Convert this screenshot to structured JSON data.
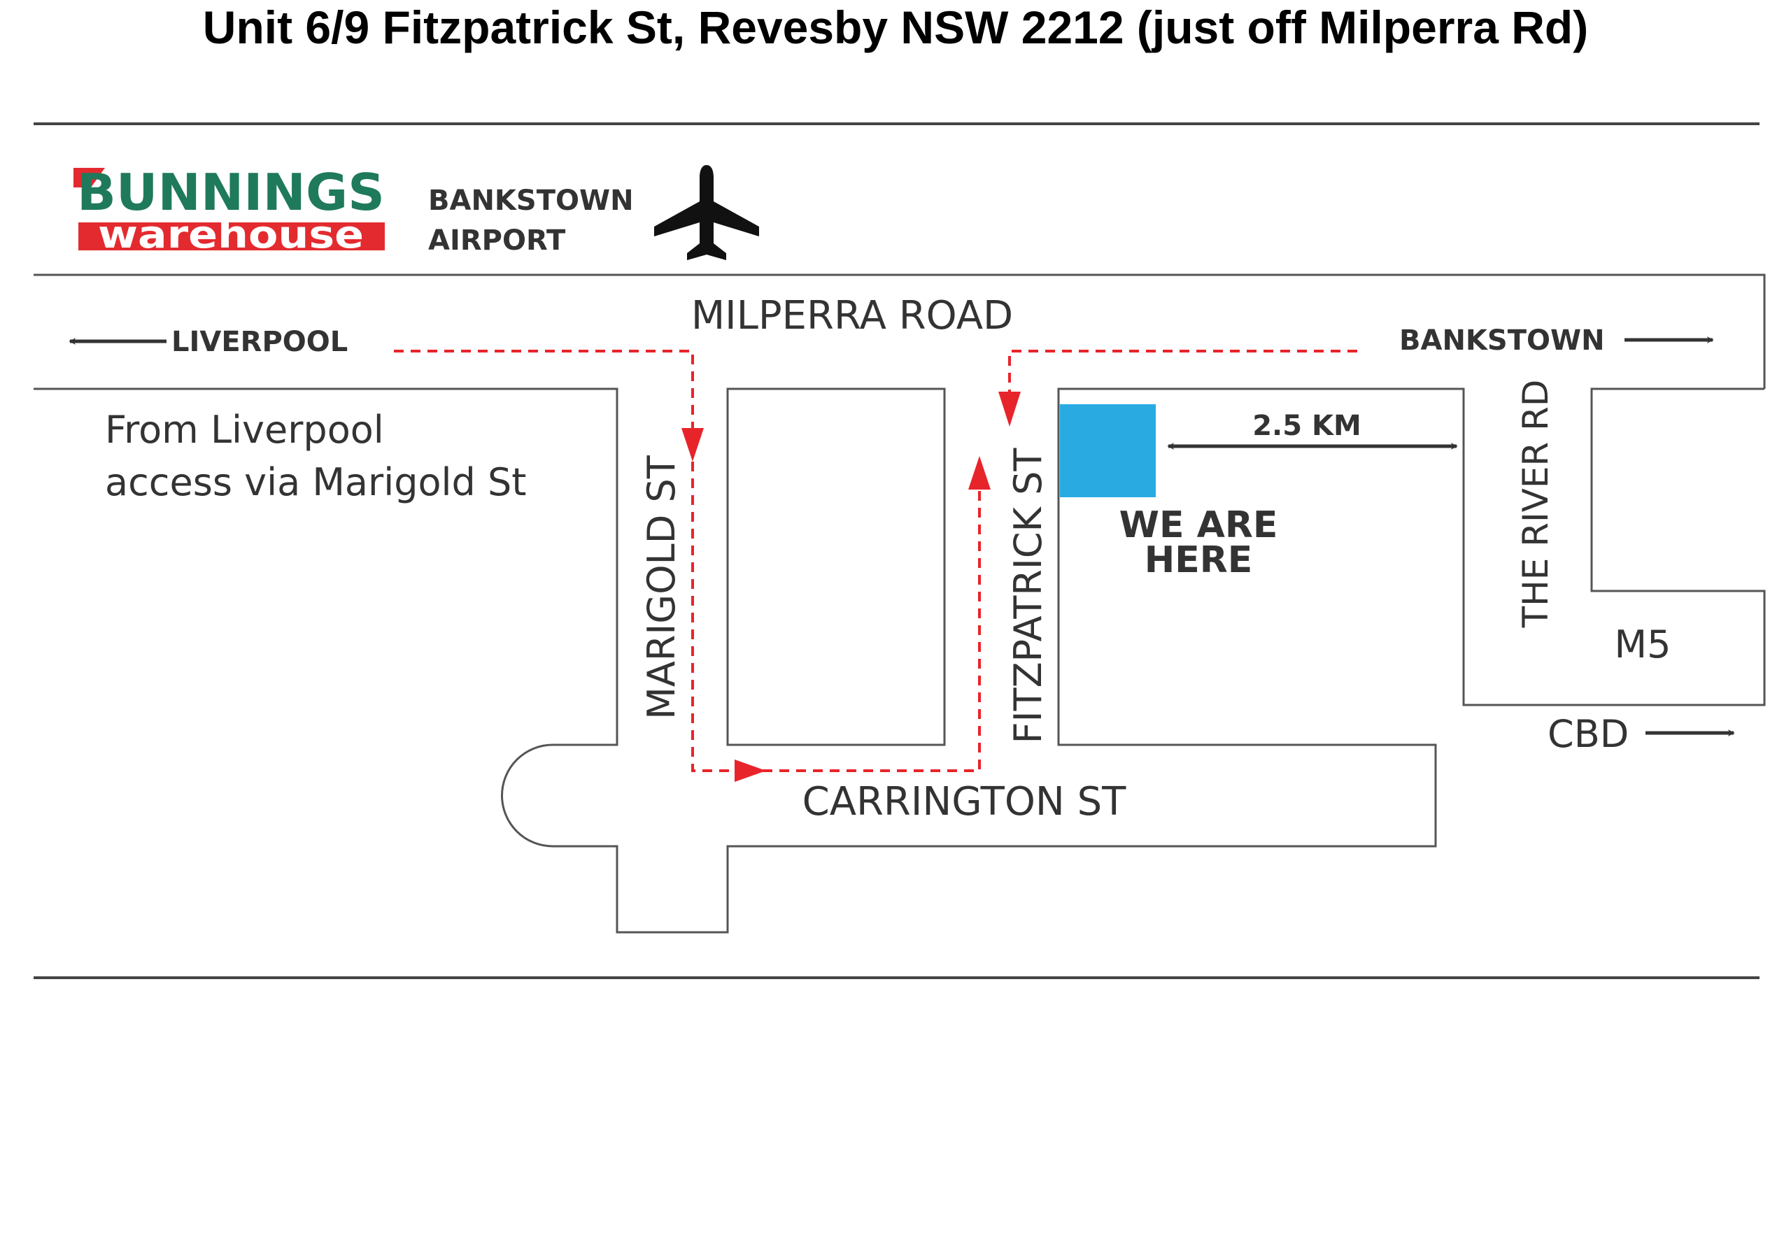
{
  "title": "Unit 6/9 Fitzpatrick St, Revesby NSW 2212 (just off Milperra Rd)",
  "logo": {
    "line1": "BUNNINGS",
    "line2": "warehouse",
    "red": "#e32b2f",
    "green": "#1f7a5b"
  },
  "airport": {
    "line1": "BANKSTOWN",
    "line2": "AIRPORT",
    "icon": "airplane-icon"
  },
  "roads": {
    "milperra": "MILPERRA ROAD",
    "marigold": "MARIGOLD ST",
    "fitzpatrick": "FITZPATRICK ST",
    "carrington": "CARRINGTON ST",
    "river": "THE RIVER RD",
    "m5": "M5"
  },
  "directions": {
    "liverpool": "LIVERPOOL",
    "bankstown": "BANKSTOWN",
    "cbd": "CBD"
  },
  "note": {
    "line1": "From Liverpool",
    "line2": "access via Marigold St"
  },
  "distance": "2.5 KM",
  "marker": {
    "line1": "WE ARE",
    "line2": "HERE",
    "color": "#29abe2"
  },
  "colors": {
    "route": "#e8242b",
    "road": "#555555",
    "text": "#333333"
  }
}
